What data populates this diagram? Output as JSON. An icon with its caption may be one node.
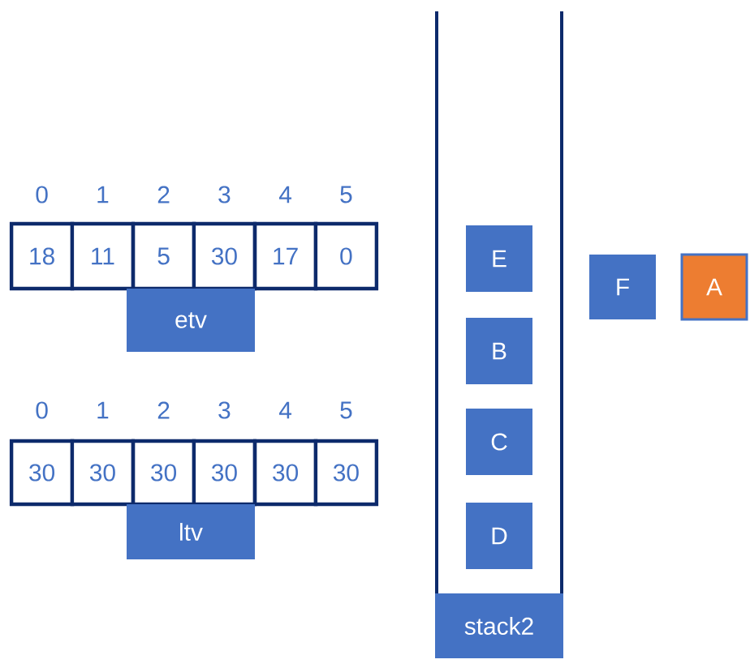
{
  "diagram": {
    "nodes": [
      {
        "text": [
          "18"
        ]
      },
      {
        "text": [
          "11"
        ]
      },
      {
        "text": [
          "5"
        ]
      },
      {
        "text": [
          "30"
        ]
      },
      {
        "text": [
          "17"
        ]
      },
      {
        "text": [
          "0"
        ]
      },
      {
        "text": [
          "etv"
        ]
      },
      {
        "text": [
          "30"
        ]
      },
      {
        "text": [
          "30"
        ]
      },
      {
        "text": [
          "30"
        ]
      },
      {
        "text": [
          "30"
        ]
      },
      {
        "text": [
          "30"
        ]
      },
      {
        "text": [
          "30"
        ]
      },
      {
        "text": [
          "ltv"
        ]
      },
      {
        "text": [
          "E"
        ]
      },
      {
        "text": [
          "B"
        ]
      },
      {
        "text": [
          "C"
        ]
      },
      {
        "text": [
          "D"
        ]
      },
      {
        "text": [
          "stack2"
        ]
      },
      {
        "text": [
          "F"
        ]
      },
      {
        "text": [
          "A"
        ]
      }
    ],
    "labels": [
      "0",
      "1",
      "2",
      "3",
      "4",
      "5",
      "0",
      "1",
      "2",
      "3",
      "4",
      "5"
    ]
  }
}
